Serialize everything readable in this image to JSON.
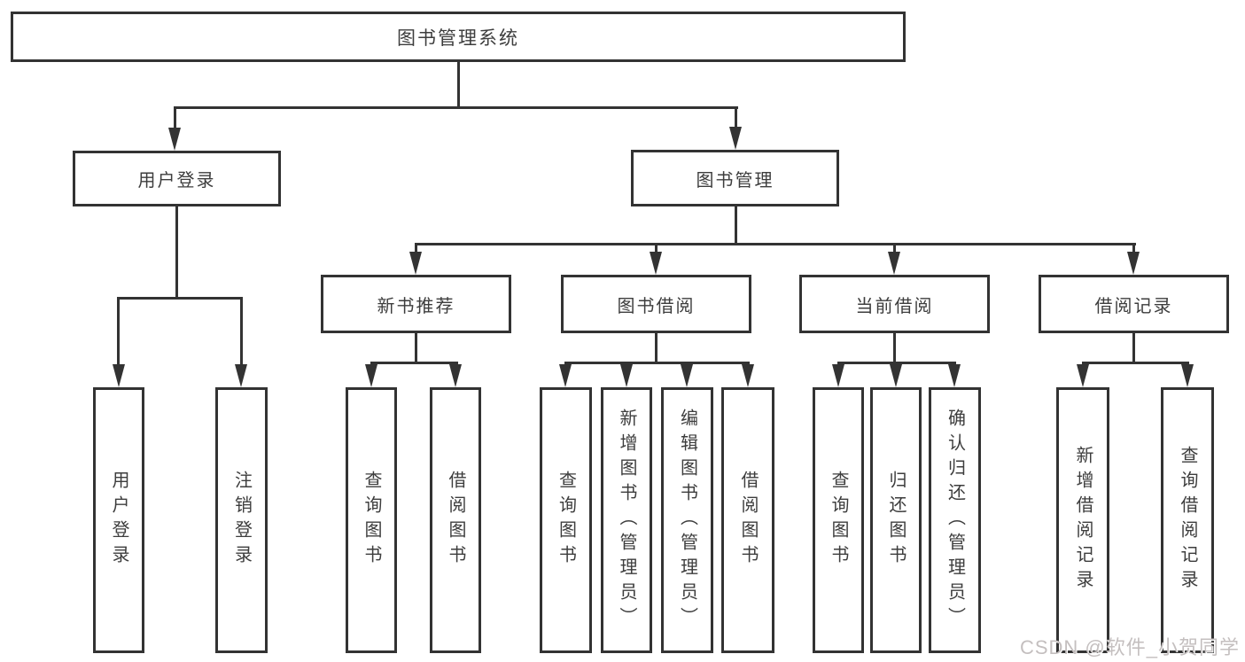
{
  "colors": {
    "line": "#333333",
    "text": "#3d3d3d",
    "background": "#ffffff",
    "watermark": "#c4bfbf"
  },
  "root": {
    "label": "图书管理系统"
  },
  "level2": {
    "user_login": {
      "label": "用户登录"
    },
    "book_management": {
      "label": "图书管理"
    }
  },
  "level3": {
    "new_book_recommend": {
      "label": "新书推荐"
    },
    "book_borrow": {
      "label": "图书借阅"
    },
    "current_borrow": {
      "label": "当前借阅"
    },
    "borrow_records": {
      "label": "借阅记录"
    }
  },
  "level4": {
    "user_login": {
      "label": "用户登录"
    },
    "logout": {
      "label": "注销登录"
    },
    "recommend_query_books": {
      "label": "查询图书"
    },
    "recommend_borrow_books": {
      "label": "借阅图书"
    },
    "borrow_query_books": {
      "label": "查询图书"
    },
    "borrow_add_books_admin": {
      "label": "新增图书（管理员）"
    },
    "borrow_edit_books_admin": {
      "label": "编辑图书（管理员）"
    },
    "borrow_borrow_books": {
      "label": "借阅图书"
    },
    "current_query_books": {
      "label": "查询图书"
    },
    "current_return_books": {
      "label": "归还图书"
    },
    "current_confirm_return_admin": {
      "label": "确认归还（管理员）"
    },
    "records_add_record": {
      "label": "新增借阅记录"
    },
    "records_query_record": {
      "label": "查询借阅记录"
    }
  },
  "watermark": {
    "text": "CSDN @软件_小贺同学"
  }
}
